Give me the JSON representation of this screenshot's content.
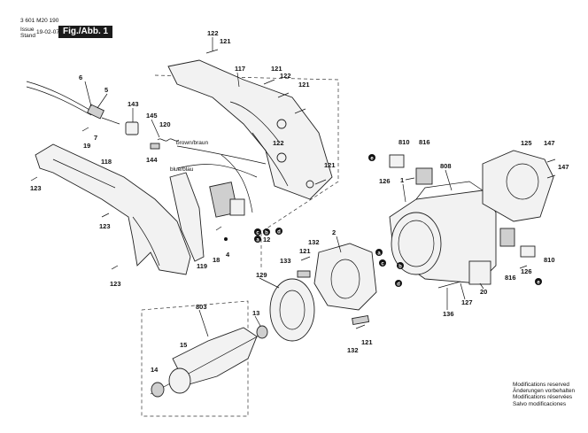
{
  "header": {
    "part_number": "3 601 M20 190",
    "issue_label": "Issue",
    "stand_label": "Stand",
    "date": "19-02-07",
    "figure": "Fig./Abb. 1"
  },
  "wire_labels": [
    "brown/braun",
    "blue/blau"
  ],
  "notes": [
    "Modifications reserved",
    "Änderungen vorbehalten",
    "Modifications réservées",
    "Salvo modificaciones"
  ],
  "callouts": [
    "122",
    "121",
    "117",
    "121",
    "122",
    "121",
    "6",
    "5",
    "143",
    "145",
    "120",
    "144",
    "19",
    "7",
    "118",
    "123",
    "123",
    "123",
    "122",
    "121",
    "119",
    "18",
    "4",
    "12",
    "810",
    "816",
    "808",
    "125",
    "147",
    "147",
    "126",
    "1",
    "2",
    "132",
    "121",
    "133",
    "129",
    "13",
    "803",
    "15",
    "14",
    "132",
    "121",
    "136",
    "127",
    "20",
    "816",
    "126",
    "810"
  ],
  "connectors": [
    "a",
    "b",
    "c",
    "d",
    "a",
    "b",
    "c",
    "d",
    "e",
    "e"
  ],
  "colors": {
    "ink": "#111111",
    "background": "#ffffff",
    "badge": "#1a1a1a"
  }
}
